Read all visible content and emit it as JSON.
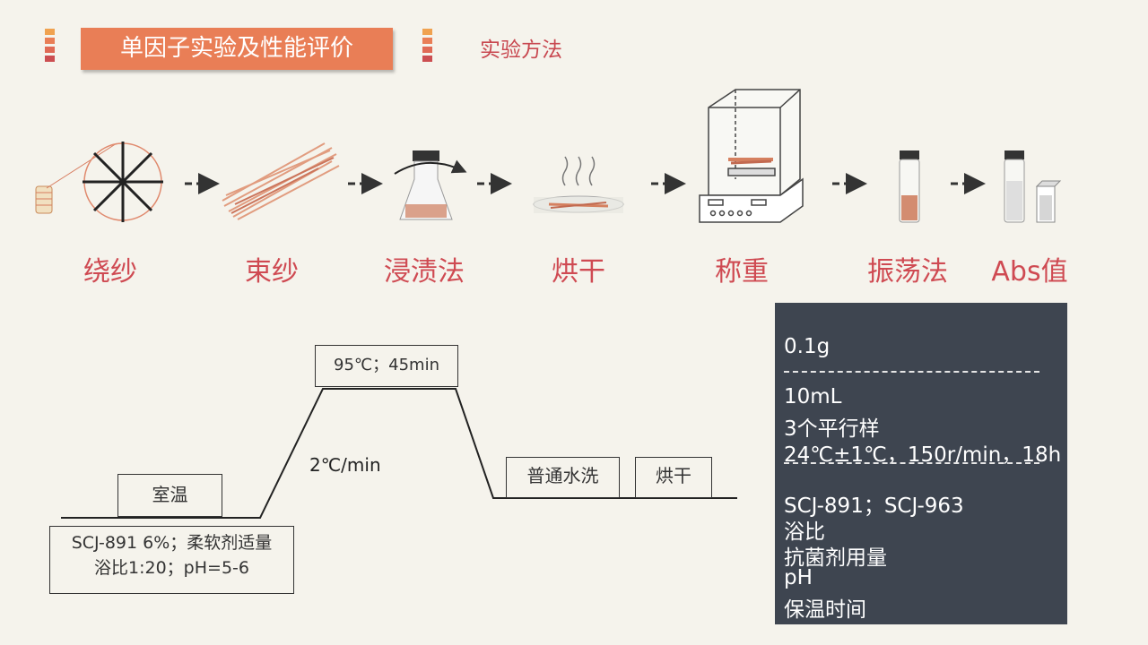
{
  "header": {
    "title": "单因子实验及性能评价",
    "subtitle": "实验方法"
  },
  "steps": [
    "绕纱",
    "束纱",
    "浸渍法",
    "烘干",
    "称重",
    "振荡法",
    "Abs值"
  ],
  "process": {
    "room_temp": "室温",
    "initial_conditions_line1": "SCJ-891 6%；柔软剂适量",
    "initial_conditions_line2": "浴比1:20；pH=5-6",
    "heating_rate": "2℃/min",
    "hold_conditions": "95℃；45min",
    "wash": "普通水洗",
    "dry": "烘干"
  },
  "panel": {
    "weight": "0.1g",
    "volume": "10mL",
    "replicates": "3个平行样",
    "shaking": "24℃±1℃，150r/min，18h",
    "factors": [
      "SCJ-891；SCJ-963",
      "浴比",
      "抗菌剂用量",
      "pH",
      "保温时间"
    ]
  },
  "colors": {
    "accent": "#e97e56",
    "label_red": "#cf4a52",
    "panel_bg": "#3e4550",
    "background": "#f5f3ec"
  }
}
